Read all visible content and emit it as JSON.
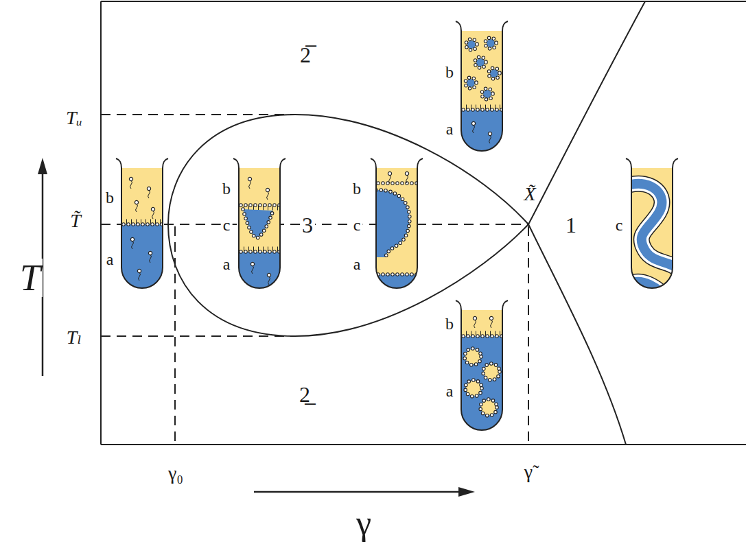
{
  "diagram": {
    "labels": [
      "2̅",
      "b",
      "a",
      "Tᵤ",
      "X̃",
      "b",
      "T̃",
      "a",
      "b",
      "c",
      "3",
      "a",
      "b",
      "c",
      "a",
      "1",
      "c",
      "T",
      "Tₗ",
      "b",
      "a",
      "2̲",
      "γ₀",
      "γ̃",
      "γ"
    ]
  }
}
